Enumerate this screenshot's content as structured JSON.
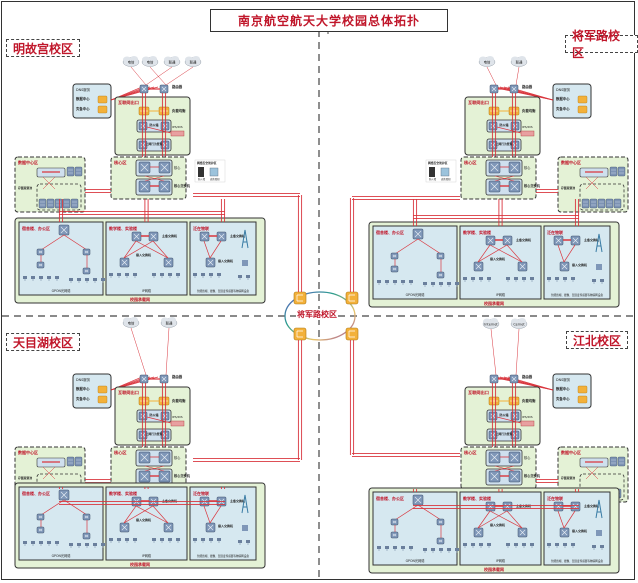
{
  "title": "南京航空航天大学校园总体拓扑",
  "center_campus": "将军路校区",
  "colors": {
    "title_red": "#c0162a",
    "link_red": "#d9363e",
    "zone_green": "#e4f2d6",
    "zone_blue": "#d6e8f0",
    "firewall_orange": "#f3b13a"
  },
  "campuses": [
    {
      "id": "tl",
      "name": "明故宫校区",
      "isp_clouds": [
        "电信",
        "电信",
        "联通",
        "联通"
      ],
      "isp_router_label": "路由器",
      "dns": {
        "title": "DNS服务",
        "items": [
          "数据中心",
          "灾备中心"
        ]
      },
      "internet_exit": {
        "title": "互联网出口",
        "firewall": "负载均衡",
        "device_a": "防火墙",
        "device_b": "IPS/IDS",
        "device_c": "上网行为管理"
      },
      "core": {
        "title": "核心区",
        "switch_a": "核心",
        "switch_b": "核心交换机",
        "security_title": "网络安全防护区",
        "security_items": [
          "防火墙",
          "态势感知"
        ]
      },
      "datacenter": {
        "title": "数据中心区",
        "storage": "存储资源池"
      },
      "access": {
        "title": "校园承载网",
        "zones": [
          {
            "title": "宿舍楼、办公区",
            "caption": "GPON光网络"
          },
          {
            "title": "教学楼、实验楼",
            "core_label": "主备交换机",
            "access_label": "接入交换机",
            "caption": "IP网络"
          },
          {
            "title": "泛在物联",
            "core_label": "主备交换机",
            "access_label": "接入交换机",
            "caption": "智能终端、摄像、温湿度传感器等物联网设备"
          }
        ]
      }
    },
    {
      "id": "tr",
      "name": "将军路校区",
      "isp_clouds": [
        "电信",
        "联通"
      ],
      "isp_router_label": "路由器",
      "dns": {
        "title": "DNS服务",
        "items": [
          "数据中心",
          "灾备中心"
        ]
      },
      "internet_exit": {
        "title": "互联网出口",
        "firewall": "负载均衡",
        "device_a": "防火墙",
        "device_b": "IPS/IDS",
        "device_c": "上网行为管理"
      },
      "core": {
        "title": "核心区",
        "switch_a": "核心",
        "switch_b": "核心交换机",
        "security_title": "网络安全防护区",
        "security_items": [
          "防火墙",
          "态势感知"
        ]
      },
      "datacenter": {
        "title": "数据中心区",
        "storage": "存储资源池"
      },
      "access": {
        "title": "校园承载网",
        "zones": [
          {
            "title": "宿舍楼、办公区",
            "caption": "GPON光网络"
          },
          {
            "title": "教学楼、实验楼",
            "core_label": "主备交换机",
            "access_label": "接入交换机",
            "caption": "IP网络"
          },
          {
            "title": "泛在物联",
            "core_label": "主备交换机",
            "access_label": "接入交换机",
            "caption": "智能终端、摄像、温湿度传感器等物联网设备"
          }
        ]
      }
    },
    {
      "id": "bl",
      "name": "天目湖校区",
      "isp_clouds": [
        "电信",
        "联通"
      ],
      "isp_router_label": "路由器",
      "dns": {
        "title": "DNS服务",
        "items": [
          "数据中心",
          "灾备中心"
        ]
      },
      "internet_exit": {
        "title": "互联网出口",
        "firewall": "负载均衡",
        "device_a": "防火墙",
        "device_b": "IPS/IDS",
        "device_c": "上网行为管理"
      },
      "core": {
        "title": "核心区",
        "switch_a": "核心",
        "switch_b": "核心交换机",
        "security_title": "",
        "security_items": []
      },
      "datacenter": {
        "title": "数据中心区",
        "storage": "存储资源池"
      },
      "access": {
        "title": "校园承载网",
        "zones": [
          {
            "title": "宿舍楼、办公区",
            "caption": "GPON光网络"
          },
          {
            "title": "教学楼、实验楼",
            "core_label": "主备交换机",
            "access_label": "接入交换机",
            "caption": "IP网络"
          },
          {
            "title": "泛在物联",
            "core_label": "主备交换机",
            "access_label": "接入交换机",
            "caption": "智能终端、摄像、温湿度传感器等物联网设备"
          }
        ]
      }
    },
    {
      "id": "br",
      "name": "江北校区",
      "isp_clouds": [
        "Internet",
        "Cernet"
      ],
      "isp_router_label": "路由器",
      "dns": {
        "title": "DNS服务",
        "items": [
          "数据中心",
          "灾备中心"
        ]
      },
      "internet_exit": {
        "title": "互联网出口",
        "firewall": "负载均衡",
        "device_a": "防火墙",
        "device_b": "IPS/IDS",
        "device_c": "上网行为管理"
      },
      "core": {
        "title": "核心区",
        "switch_a": "核心",
        "switch_b": "核心交换机",
        "security_title": "",
        "security_items": []
      },
      "datacenter": {
        "title": "数据中心区",
        "storage": "存储资源池"
      },
      "access": {
        "title": "校园承载网",
        "zones": [
          {
            "title": "宿舍楼、办公区",
            "caption": "GPON光网络"
          },
          {
            "title": "教学楼、实验楼",
            "core_label": "主备交换机",
            "access_label": "接入交换机",
            "caption": "IP网络"
          },
          {
            "title": "泛在物联",
            "core_label": "主备交换机",
            "access_label": "接入交换机",
            "caption": "智能终端、摄像、温湿度传感器等物联网设备"
          }
        ]
      }
    }
  ]
}
